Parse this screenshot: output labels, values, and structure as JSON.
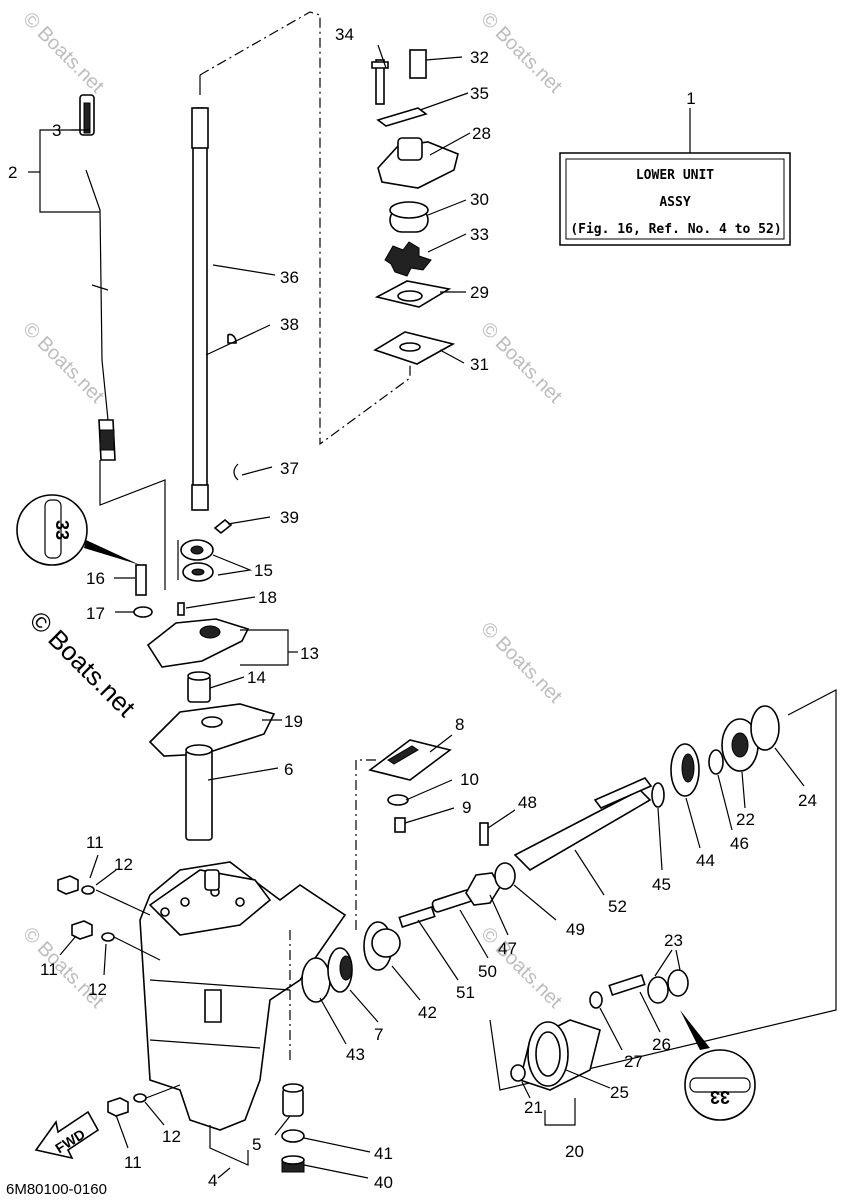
{
  "title_box": {
    "ref_number": "1",
    "line1": "LOWER UNIT",
    "line2": "ASSY",
    "line3": "(Fig. 16, Ref. No. 4 to 52)"
  },
  "watermark": "© Boats.net",
  "watermark_side": "© Boats.net",
  "drawing_code": "6M80100-0160",
  "fwd_label": "FWD",
  "lube_code_top": "33",
  "lube_code_bottom": "33",
  "callouts": [
    {
      "id": "c1",
      "text": "1"
    },
    {
      "id": "c2",
      "text": "2"
    },
    {
      "id": "c3",
      "text": "3"
    },
    {
      "id": "c4",
      "text": "4"
    },
    {
      "id": "c5",
      "text": "5"
    },
    {
      "id": "c6",
      "text": "6"
    },
    {
      "id": "c7",
      "text": "7"
    },
    {
      "id": "c8",
      "text": "8"
    },
    {
      "id": "c9",
      "text": "9"
    },
    {
      "id": "c10",
      "text": "10"
    },
    {
      "id": "c11a",
      "text": "11"
    },
    {
      "id": "c11b",
      "text": "11"
    },
    {
      "id": "c11c",
      "text": "11"
    },
    {
      "id": "c12a",
      "text": "12"
    },
    {
      "id": "c12b",
      "text": "12"
    },
    {
      "id": "c12c",
      "text": "12"
    },
    {
      "id": "c13",
      "text": "13"
    },
    {
      "id": "c14",
      "text": "14"
    },
    {
      "id": "c15",
      "text": "15"
    },
    {
      "id": "c16",
      "text": "16"
    },
    {
      "id": "c17",
      "text": "17"
    },
    {
      "id": "c18",
      "text": "18"
    },
    {
      "id": "c19",
      "text": "19"
    },
    {
      "id": "c20",
      "text": "20"
    },
    {
      "id": "c21",
      "text": "21"
    },
    {
      "id": "c22",
      "text": "22"
    },
    {
      "id": "c23",
      "text": "23"
    },
    {
      "id": "c24",
      "text": "24"
    },
    {
      "id": "c25",
      "text": "25"
    },
    {
      "id": "c26",
      "text": "26"
    },
    {
      "id": "c27",
      "text": "27"
    },
    {
      "id": "c28",
      "text": "28"
    },
    {
      "id": "c29",
      "text": "29"
    },
    {
      "id": "c30",
      "text": "30"
    },
    {
      "id": "c31",
      "text": "31"
    },
    {
      "id": "c32",
      "text": "32"
    },
    {
      "id": "c33",
      "text": "33"
    },
    {
      "id": "c34",
      "text": "34"
    },
    {
      "id": "c35",
      "text": "35"
    },
    {
      "id": "c36",
      "text": "36"
    },
    {
      "id": "c37",
      "text": "37"
    },
    {
      "id": "c38",
      "text": "38"
    },
    {
      "id": "c39",
      "text": "39"
    },
    {
      "id": "c40",
      "text": "40"
    },
    {
      "id": "c41",
      "text": "41"
    },
    {
      "id": "c42",
      "text": "42"
    },
    {
      "id": "c43",
      "text": "43"
    },
    {
      "id": "c44",
      "text": "44"
    },
    {
      "id": "c45",
      "text": "45"
    },
    {
      "id": "c46",
      "text": "46"
    },
    {
      "id": "c47",
      "text": "47"
    },
    {
      "id": "c48",
      "text": "48"
    },
    {
      "id": "c49",
      "text": "49"
    },
    {
      "id": "c50",
      "text": "50"
    },
    {
      "id": "c51",
      "text": "51"
    },
    {
      "id": "c52",
      "text": "52"
    }
  ]
}
